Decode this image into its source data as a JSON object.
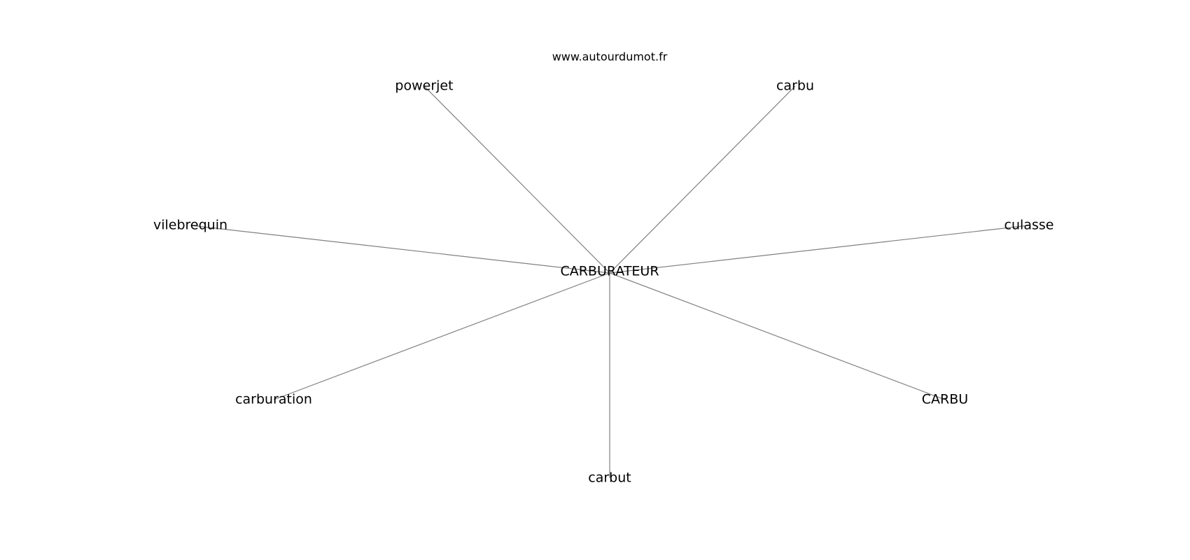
{
  "source": "www.autourdumot.fr",
  "center": "CARBURATEUR",
  "nodes": [
    "powerjet",
    "carbu",
    "vilebrequin",
    "culasse",
    "carburation",
    "CARBU",
    "carbut"
  ],
  "edge_color": "#808080"
}
